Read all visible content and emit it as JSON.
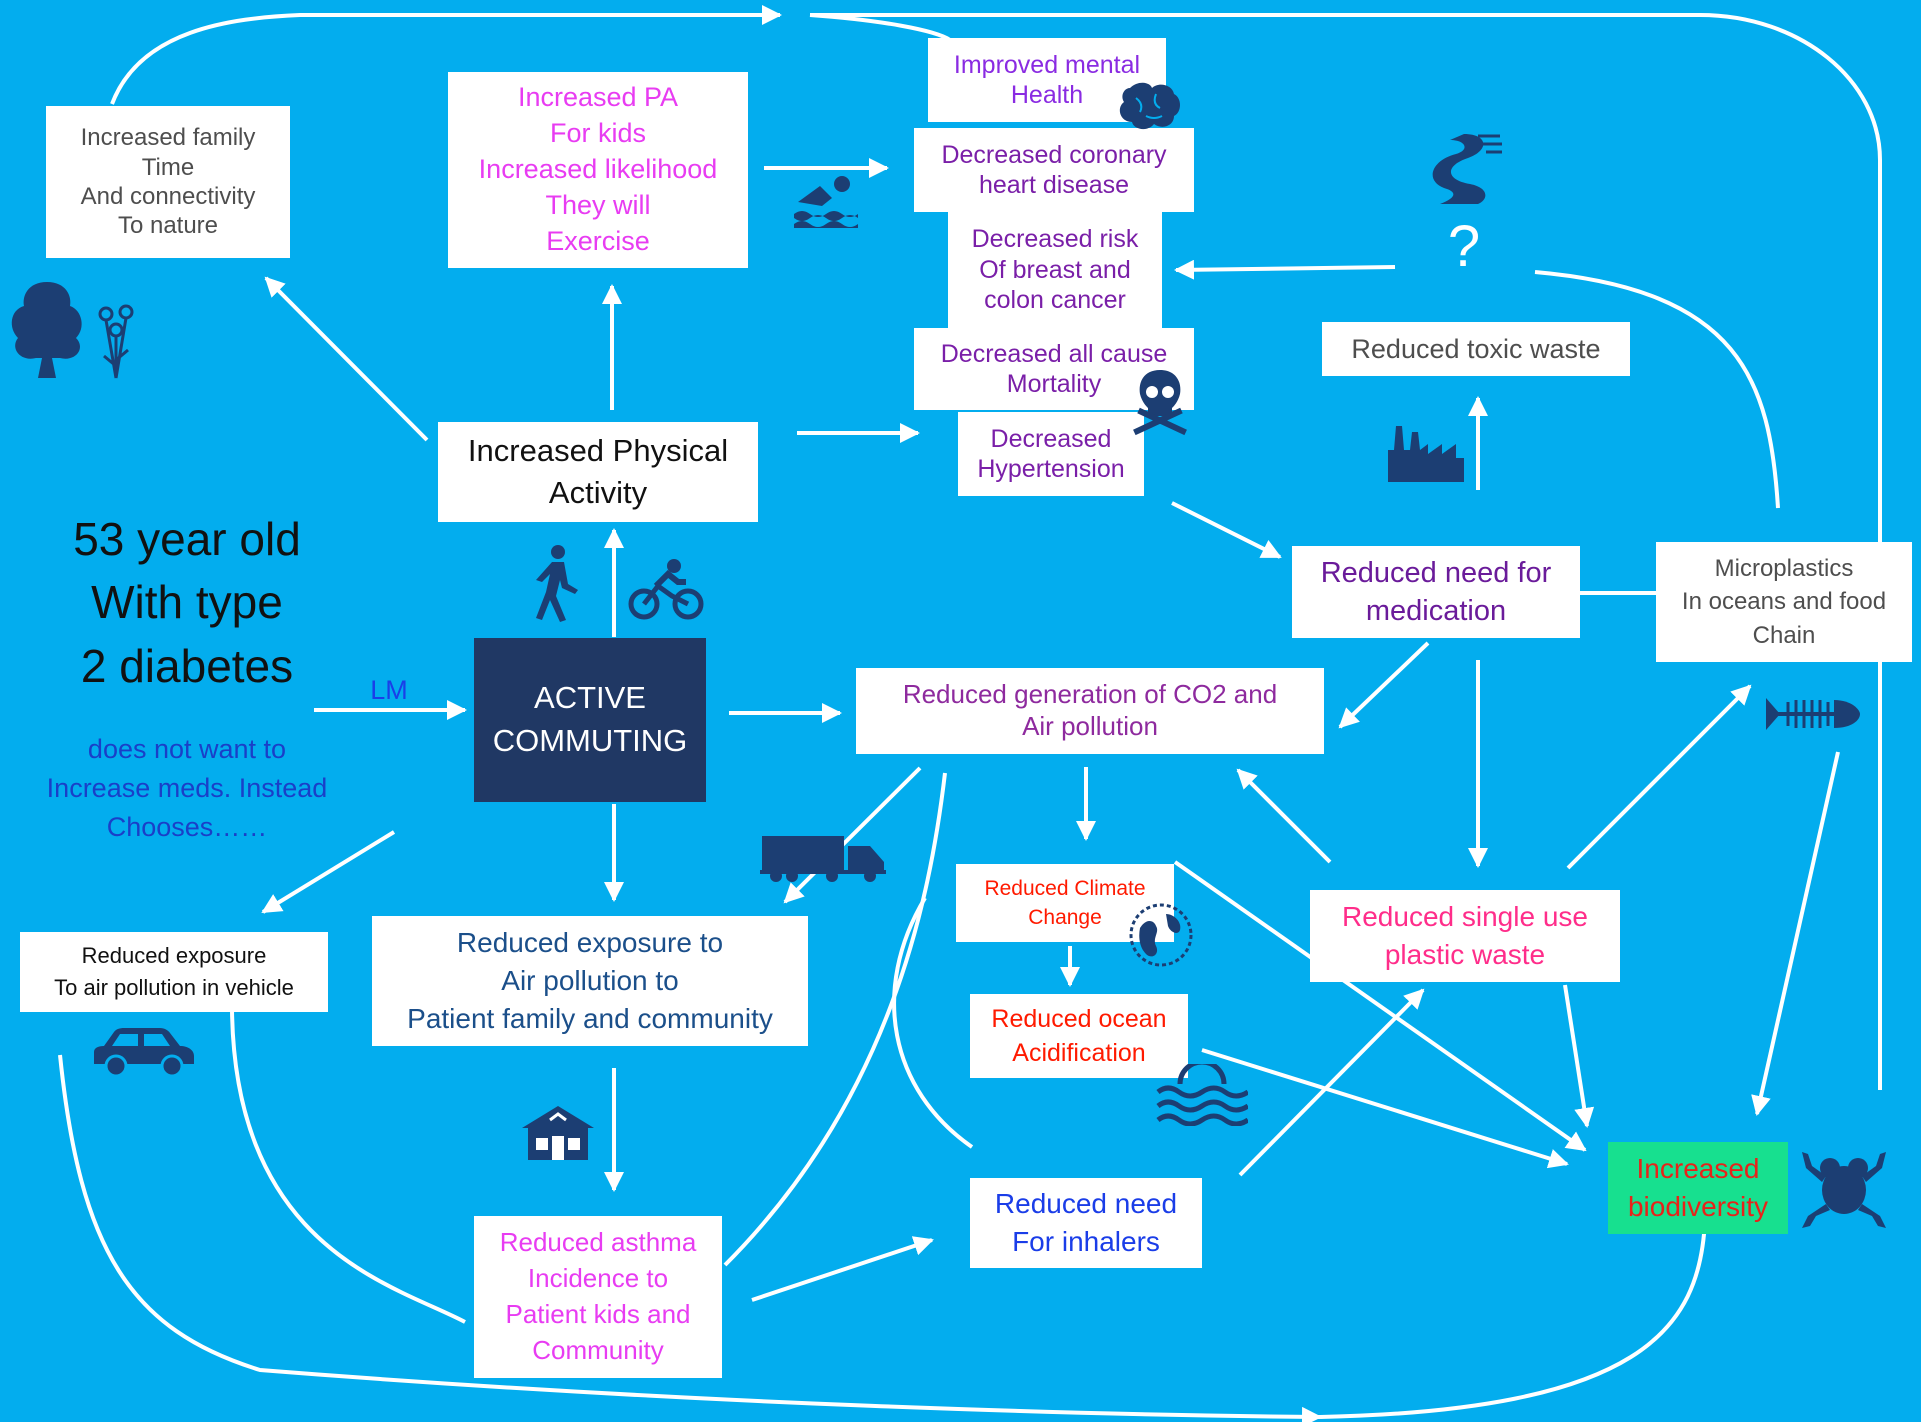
{
  "colors": {
    "background": "#03adee",
    "arrow": "#ffffff",
    "icon": "#1c3e73",
    "active_box": "#203864",
    "biodiversity_box": "#17e08f"
  },
  "nodes": {
    "family": {
      "lines": [
        "Increased family",
        "Time",
        "And connectivity",
        "To nature"
      ]
    },
    "pa_kids": {
      "lines": [
        "Increased PA",
        "For kids",
        "Increased likelihood",
        "They will",
        "Exercise"
      ]
    },
    "mental": {
      "lines": [
        "Improved mental",
        "Health"
      ]
    },
    "coronary": {
      "lines": [
        "Decreased coronary",
        "heart disease"
      ]
    },
    "cancer": {
      "lines": [
        "Decreased risk",
        "Of breast and",
        "colon cancer"
      ]
    },
    "mortality": {
      "lines": [
        "Decreased all cause",
        "Mortality"
      ]
    },
    "hypertension": {
      "lines": [
        "Decreased",
        "Hypertension"
      ]
    },
    "physical": {
      "lines": [
        "Increased Physical",
        "Activity"
      ]
    },
    "patient": {
      "lines": [
        "53 year old",
        "With type",
        "2 diabetes"
      ]
    },
    "patient_note": {
      "lines": [
        "does not want to",
        "Increase meds. Instead",
        "Chooses……"
      ]
    },
    "lm": {
      "text": "LM"
    },
    "active": {
      "lines": [
        "ACTIVE",
        "COMMUTING"
      ]
    },
    "co2": {
      "lines": [
        "Reduced generation of CO2 and",
        "Air pollution"
      ]
    },
    "medication": {
      "lines": [
        "Reduced need for",
        "medication"
      ]
    },
    "toxic": {
      "lines": [
        "Reduced toxic waste"
      ]
    },
    "question": {
      "text": "?"
    },
    "microplastics": {
      "lines": [
        "Microplastics",
        "In oceans and food",
        "Chain"
      ]
    },
    "vehicle": {
      "lines": [
        "Reduced exposure",
        "To air pollution in vehicle"
      ]
    },
    "exposure": {
      "lines": [
        "Reduced exposure to",
        "Air pollution to",
        "Patient family and community"
      ]
    },
    "climate": {
      "lines": [
        "Reduced Climate",
        "Change"
      ]
    },
    "ocean": {
      "lines": [
        "Reduced ocean",
        "Acidification"
      ]
    },
    "plastic": {
      "lines": [
        "Reduced single use",
        "plastic waste"
      ]
    },
    "inhalers": {
      "lines": [
        "Reduced need",
        "For inhalers"
      ]
    },
    "asthma": {
      "lines": [
        "Reduced asthma",
        "Incidence to",
        "Patient kids and",
        "Community"
      ]
    },
    "biodiversity": {
      "lines": [
        "Increased",
        "biodiversity"
      ]
    }
  },
  "icons": [
    "tree-icon",
    "flower-icon",
    "swimmer-icon",
    "brain-icon",
    "skull-crossbones-icon",
    "walking-person-icon",
    "cyclist-icon",
    "river-icon",
    "factory-icon",
    "fish-skeleton-icon",
    "truck-icon",
    "car-icon",
    "house-icon",
    "globe-icon",
    "ocean-waves-icon",
    "frog-icon"
  ]
}
